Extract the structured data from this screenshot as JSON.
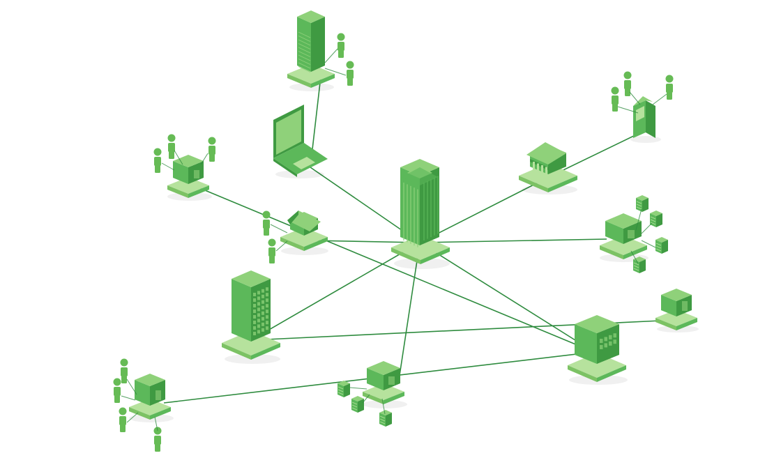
{
  "diagram": {
    "type": "network-hub",
    "hub": "headquarters-tower",
    "nodes": [
      {
        "id": "headquarters-tower",
        "kind": "tower"
      },
      {
        "id": "office-skyscraper",
        "kind": "skyscraper"
      },
      {
        "id": "laptop",
        "kind": "laptop"
      },
      {
        "id": "bank",
        "kind": "bank"
      },
      {
        "id": "atm",
        "kind": "atm"
      },
      {
        "id": "small-house",
        "kind": "house"
      },
      {
        "id": "data-center",
        "kind": "datacenter"
      },
      {
        "id": "branch-office",
        "kind": "office-grid"
      },
      {
        "id": "remote-office",
        "kind": "small-box"
      },
      {
        "id": "server-hub",
        "kind": "server-box"
      },
      {
        "id": "regional-office",
        "kind": "office-tower"
      },
      {
        "id": "branch-shop-top",
        "kind": "shop"
      },
      {
        "id": "branch-shop-bottom",
        "kind": "shop"
      }
    ],
    "links": [
      [
        "headquarters-tower",
        "laptop"
      ],
      [
        "headquarters-tower",
        "bank"
      ],
      [
        "headquarters-tower",
        "small-house"
      ],
      [
        "headquarters-tower",
        "data-center"
      ],
      [
        "headquarters-tower",
        "branch-office"
      ],
      [
        "headquarters-tower",
        "server-hub"
      ],
      [
        "headquarters-tower",
        "regional-office"
      ],
      [
        "laptop",
        "office-skyscraper"
      ],
      [
        "bank",
        "atm"
      ],
      [
        "branch-office",
        "remote-office"
      ],
      [
        "regional-office",
        "branch-shop-top"
      ],
      [
        "regional-office",
        "branch-shop-bottom"
      ]
    ]
  },
  "colors": {
    "green_light": "#8fd17a",
    "green_mid": "#5cb85a",
    "green_dark": "#3f9a42",
    "green_deep": "#2e7d32",
    "pad_top": "#b6e29d",
    "pad_side": "#7cc264",
    "line": "#2e8b3e",
    "person": "#66bb55"
  }
}
